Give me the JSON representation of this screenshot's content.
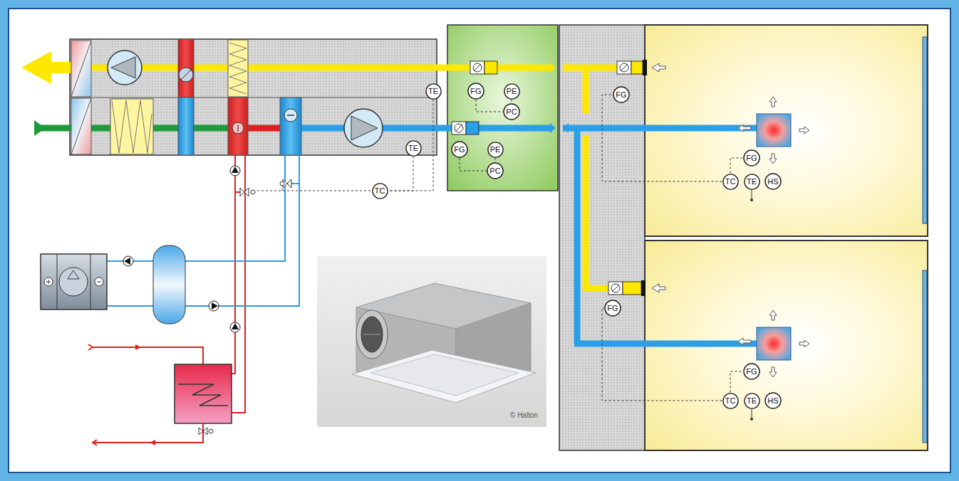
{
  "diagram": {
    "nodes": [
      {
        "text": [
          "TE"
        ]
      },
      {
        "text": [
          "FG"
        ]
      },
      {
        "text": [
          "PE"
        ]
      },
      {
        "text": [
          "FG"
        ]
      },
      {
        "text": [
          "PC"
        ]
      },
      {
        "text": [
          "TE"
        ]
      },
      {
        "text": [
          "FG"
        ]
      },
      {
        "text": [
          "PE"
        ]
      },
      {
        "text": [
          "FG"
        ]
      },
      {
        "text": [
          "PC"
        ]
      },
      {
        "text": [
          "TC"
        ]
      },
      {
        "text": [
          "TE"
        ]
      },
      {
        "text": [
          "HS"
        ]
      },
      {
        "text": [
          "TC"
        ]
      },
      {
        "text": [
          "FG"
        ]
      },
      {
        "text": [
          "FG"
        ]
      },
      {
        "text": [
          "TC"
        ]
      },
      {
        "text": [
          "TE"
        ]
      },
      {
        "text": [
          "HS"
        ]
      }
    ],
    "edges": [
      {
        "from": 1,
        "to": 4,
        "arrow": "none"
      },
      {
        "from": 2,
        "to": 4,
        "arrow": "none"
      },
      {
        "from": 6,
        "to": 9,
        "arrow": "none"
      },
      {
        "from": 7,
        "to": 9,
        "arrow": "none"
      },
      {
        "from": 0,
        "to": 13,
        "arrow": "none"
      },
      {
        "from": 5,
        "to": 13,
        "arrow": "none"
      },
      {
        "from": 10,
        "to": 8,
        "arrow": "none"
      },
      {
        "from": 10,
        "to": 3,
        "arrow": "none"
      },
      {
        "from": 16,
        "to": 15,
        "arrow": "none"
      },
      {
        "from": 16,
        "to": 14,
        "arrow": "none"
      }
    ],
    "labels": [
      "© Halton"
    ]
  }
}
